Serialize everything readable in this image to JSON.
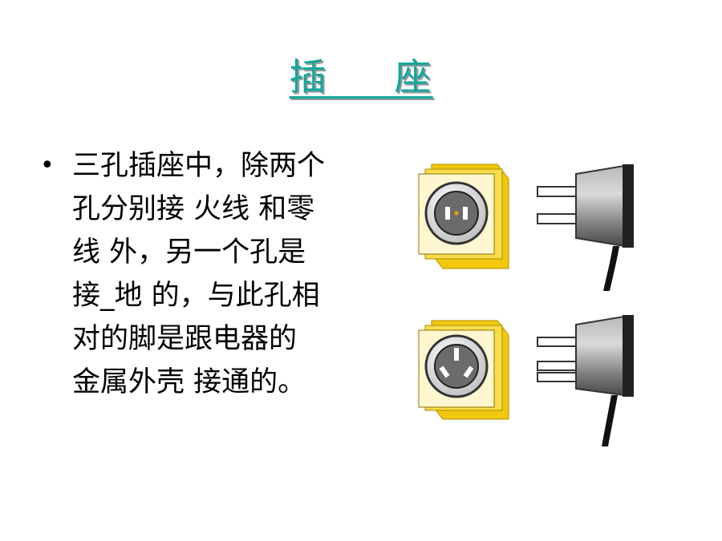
{
  "title": "插     座",
  "bullet": {
    "lines": [
      "三孔插座中，除两个",
      "孔分别接 火线 和零",
      "线 外，另一个孔是",
      "接_地 的，与此孔相",
      "对的脚是跟电器的",
      "金属外壳 接通的。"
    ]
  },
  "colors": {
    "title": "#13a79b",
    "socket_face": "#fff4c8",
    "socket_side": "#f2c80f",
    "plug_metal": "#8a8a8a",
    "cable": "#111111"
  },
  "icons": {
    "two_pin": "two-hole-socket-icon",
    "three_pin": "three-hole-socket-icon"
  }
}
